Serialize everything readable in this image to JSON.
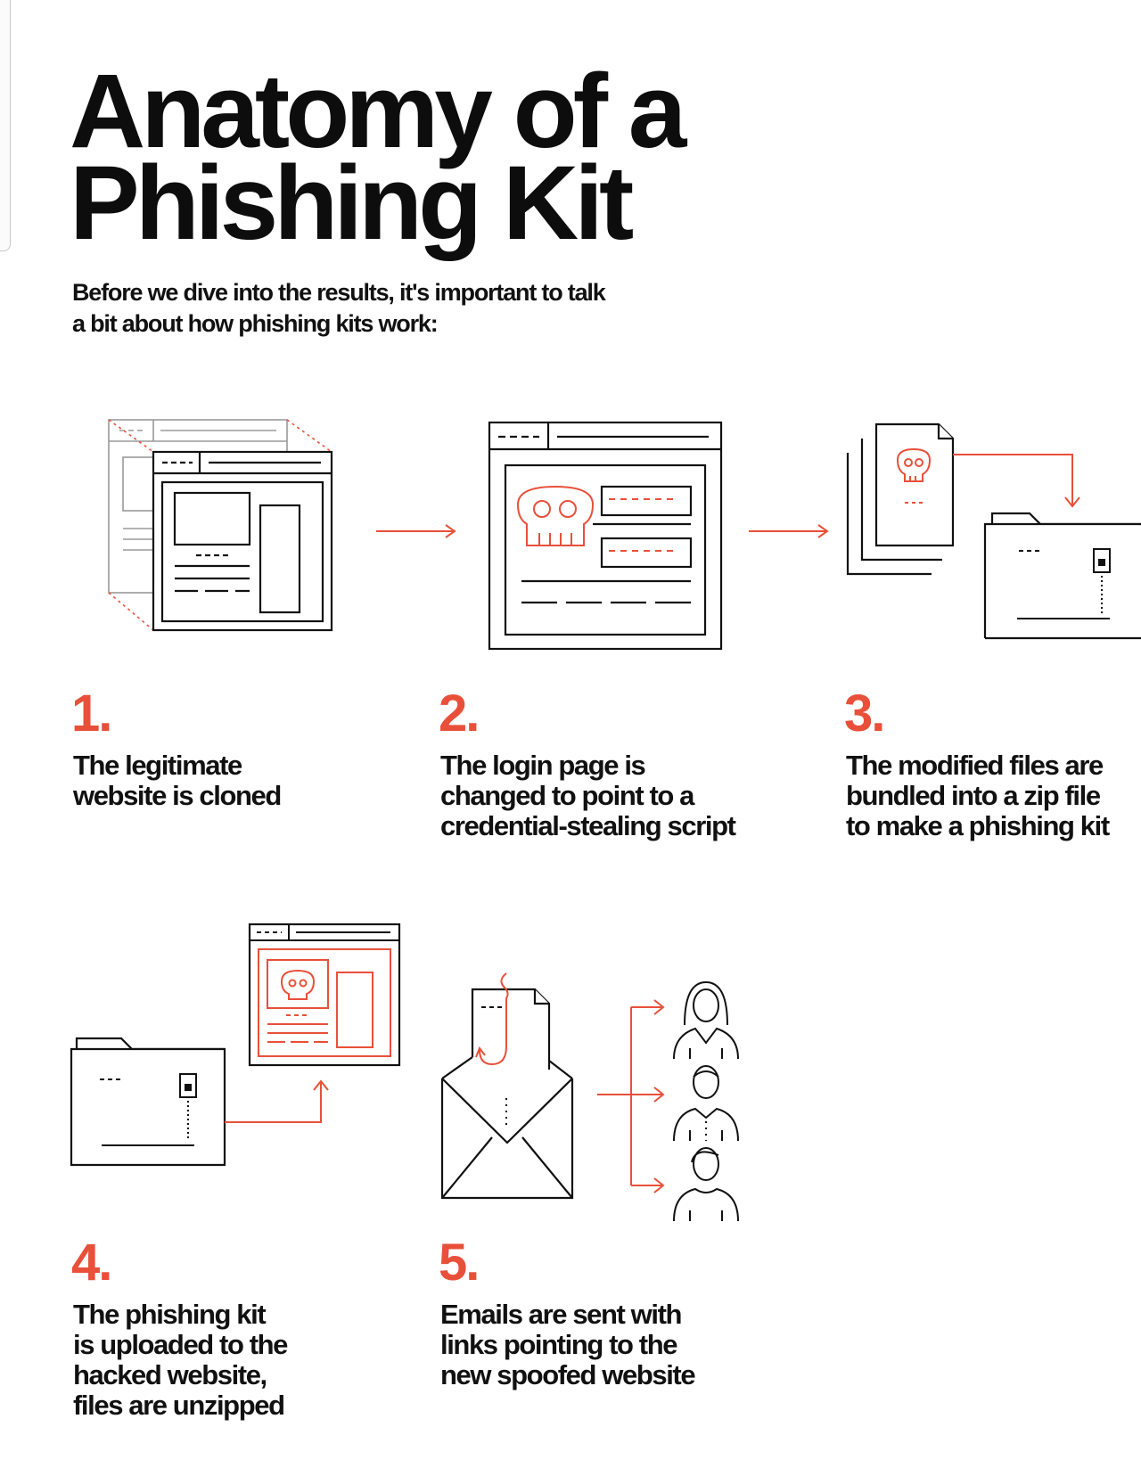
{
  "heading": {
    "line1": "Anatomy of a",
    "line2": "Phishing Kit"
  },
  "intro": {
    "line1": "Before we dive into the results, it's important to talk",
    "line2": "a bit about how phishing kits work:"
  },
  "colors": {
    "accent": "#e8503a",
    "ink": "#111111",
    "muted": "#9a9a9a"
  },
  "steps": [
    {
      "number": "1.",
      "lines": [
        "The legitimate",
        "website is cloned"
      ],
      "icon": "cloned-website-icon"
    },
    {
      "number": "2.",
      "lines": [
        "The login page is",
        "changed to point to a",
        "credential-stealing script"
      ],
      "icon": "modified-login-page-icon"
    },
    {
      "number": "3.",
      "lines": [
        "The modified files are",
        "bundled into a zip file",
        "to make a phishing kit"
      ],
      "icon": "zip-bundle-icon"
    },
    {
      "number": "4.",
      "lines": [
        "The phishing kit",
        "is uploaded to the",
        "hacked website,",
        "files are unzipped"
      ],
      "icon": "upload-to-website-icon"
    },
    {
      "number": "5.",
      "lines": [
        "Emails are sent with",
        "links pointing to the",
        "new spoofed website"
      ],
      "icon": "phishing-email-icon"
    }
  ]
}
